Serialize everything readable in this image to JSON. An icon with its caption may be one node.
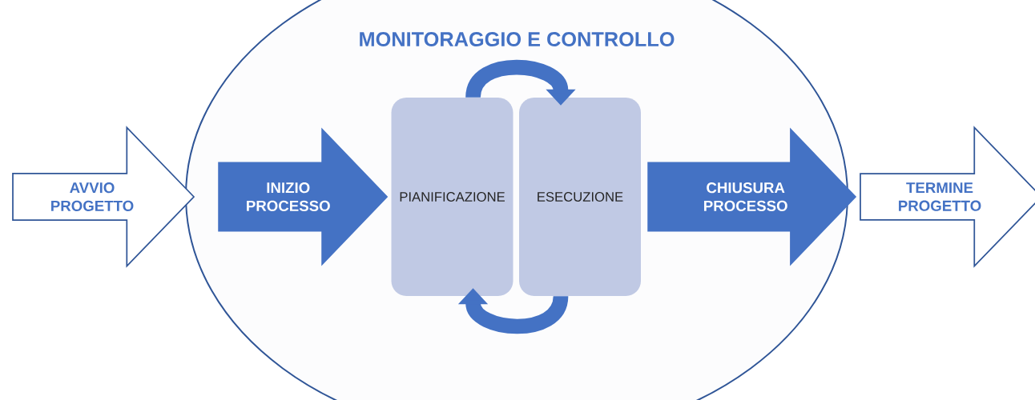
{
  "diagram": {
    "nodes": [
      {
        "text": [
          "MONITORAGGIO E CONTROLLO"
        ]
      },
      {
        "text": [
          "AVVIO PROGETTO"
        ]
      },
      {
        "text": [
          "PIANIFICAZIONE"
        ],
        "in": 0
      },
      {
        "text": [
          "ESECUZIONE"
        ],
        "in": 0
      },
      {
        "text": [
          "TERMINE PROGETTO"
        ]
      }
    ],
    "edges": [
      {
        "from": 1,
        "to": 2,
        "arrow": "to",
        "label": "INIZIO PROCESSO",
        "style": "thick"
      },
      {
        "from": 2,
        "to": 3,
        "arrow": "to"
      },
      {
        "from": 3,
        "to": 2,
        "arrow": "to"
      },
      {
        "from": 3,
        "to": 4,
        "arrow": "to",
        "label": "CHIUSURA PROCESSO",
        "style": "thick"
      }
    ]
  }
}
